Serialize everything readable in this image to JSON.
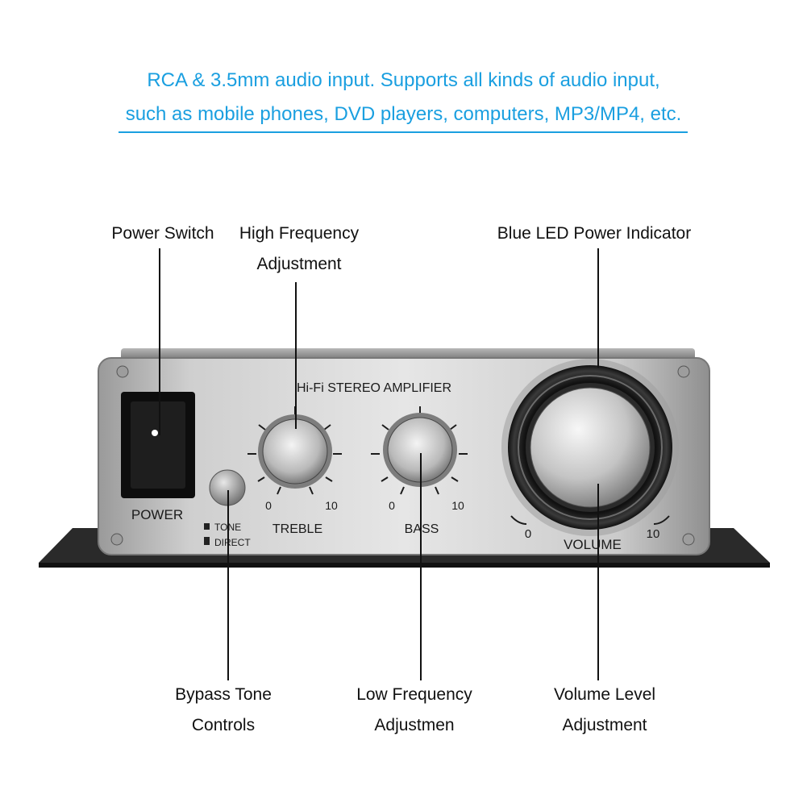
{
  "headline": {
    "line1": "RCA & 3.5mm audio input. Supports all kinds of audio input,",
    "line2": "such as mobile phones, DVD players, computers, MP3/MP4, etc.",
    "color": "#1a9fe0"
  },
  "callouts": {
    "power_switch": "Power Switch",
    "high_freq_line1": "High Frequency",
    "high_freq_line2": "Adjustment",
    "blue_led": "Blue LED Power Indicator",
    "bypass_line1": "Bypass Tone",
    "bypass_line2": "Controls",
    "low_freq_line1": "Low Frequency",
    "low_freq_line2": "Adjustmen",
    "volume_line1": "Volume Level",
    "volume_line2": "Adjustment"
  },
  "panel": {
    "title": "Hi-Fi STEREO AMPLIFIER",
    "power_label": "POWER",
    "tone_label": "TONE",
    "direct_label": "DIRECT",
    "treble_label": "TREBLE",
    "bass_label": "BASS",
    "volume_label": "VOLUME",
    "treble_min": "0",
    "treble_max": "10",
    "bass_min": "0",
    "bass_max": "10",
    "volume_min": "0",
    "volume_max": "10"
  }
}
